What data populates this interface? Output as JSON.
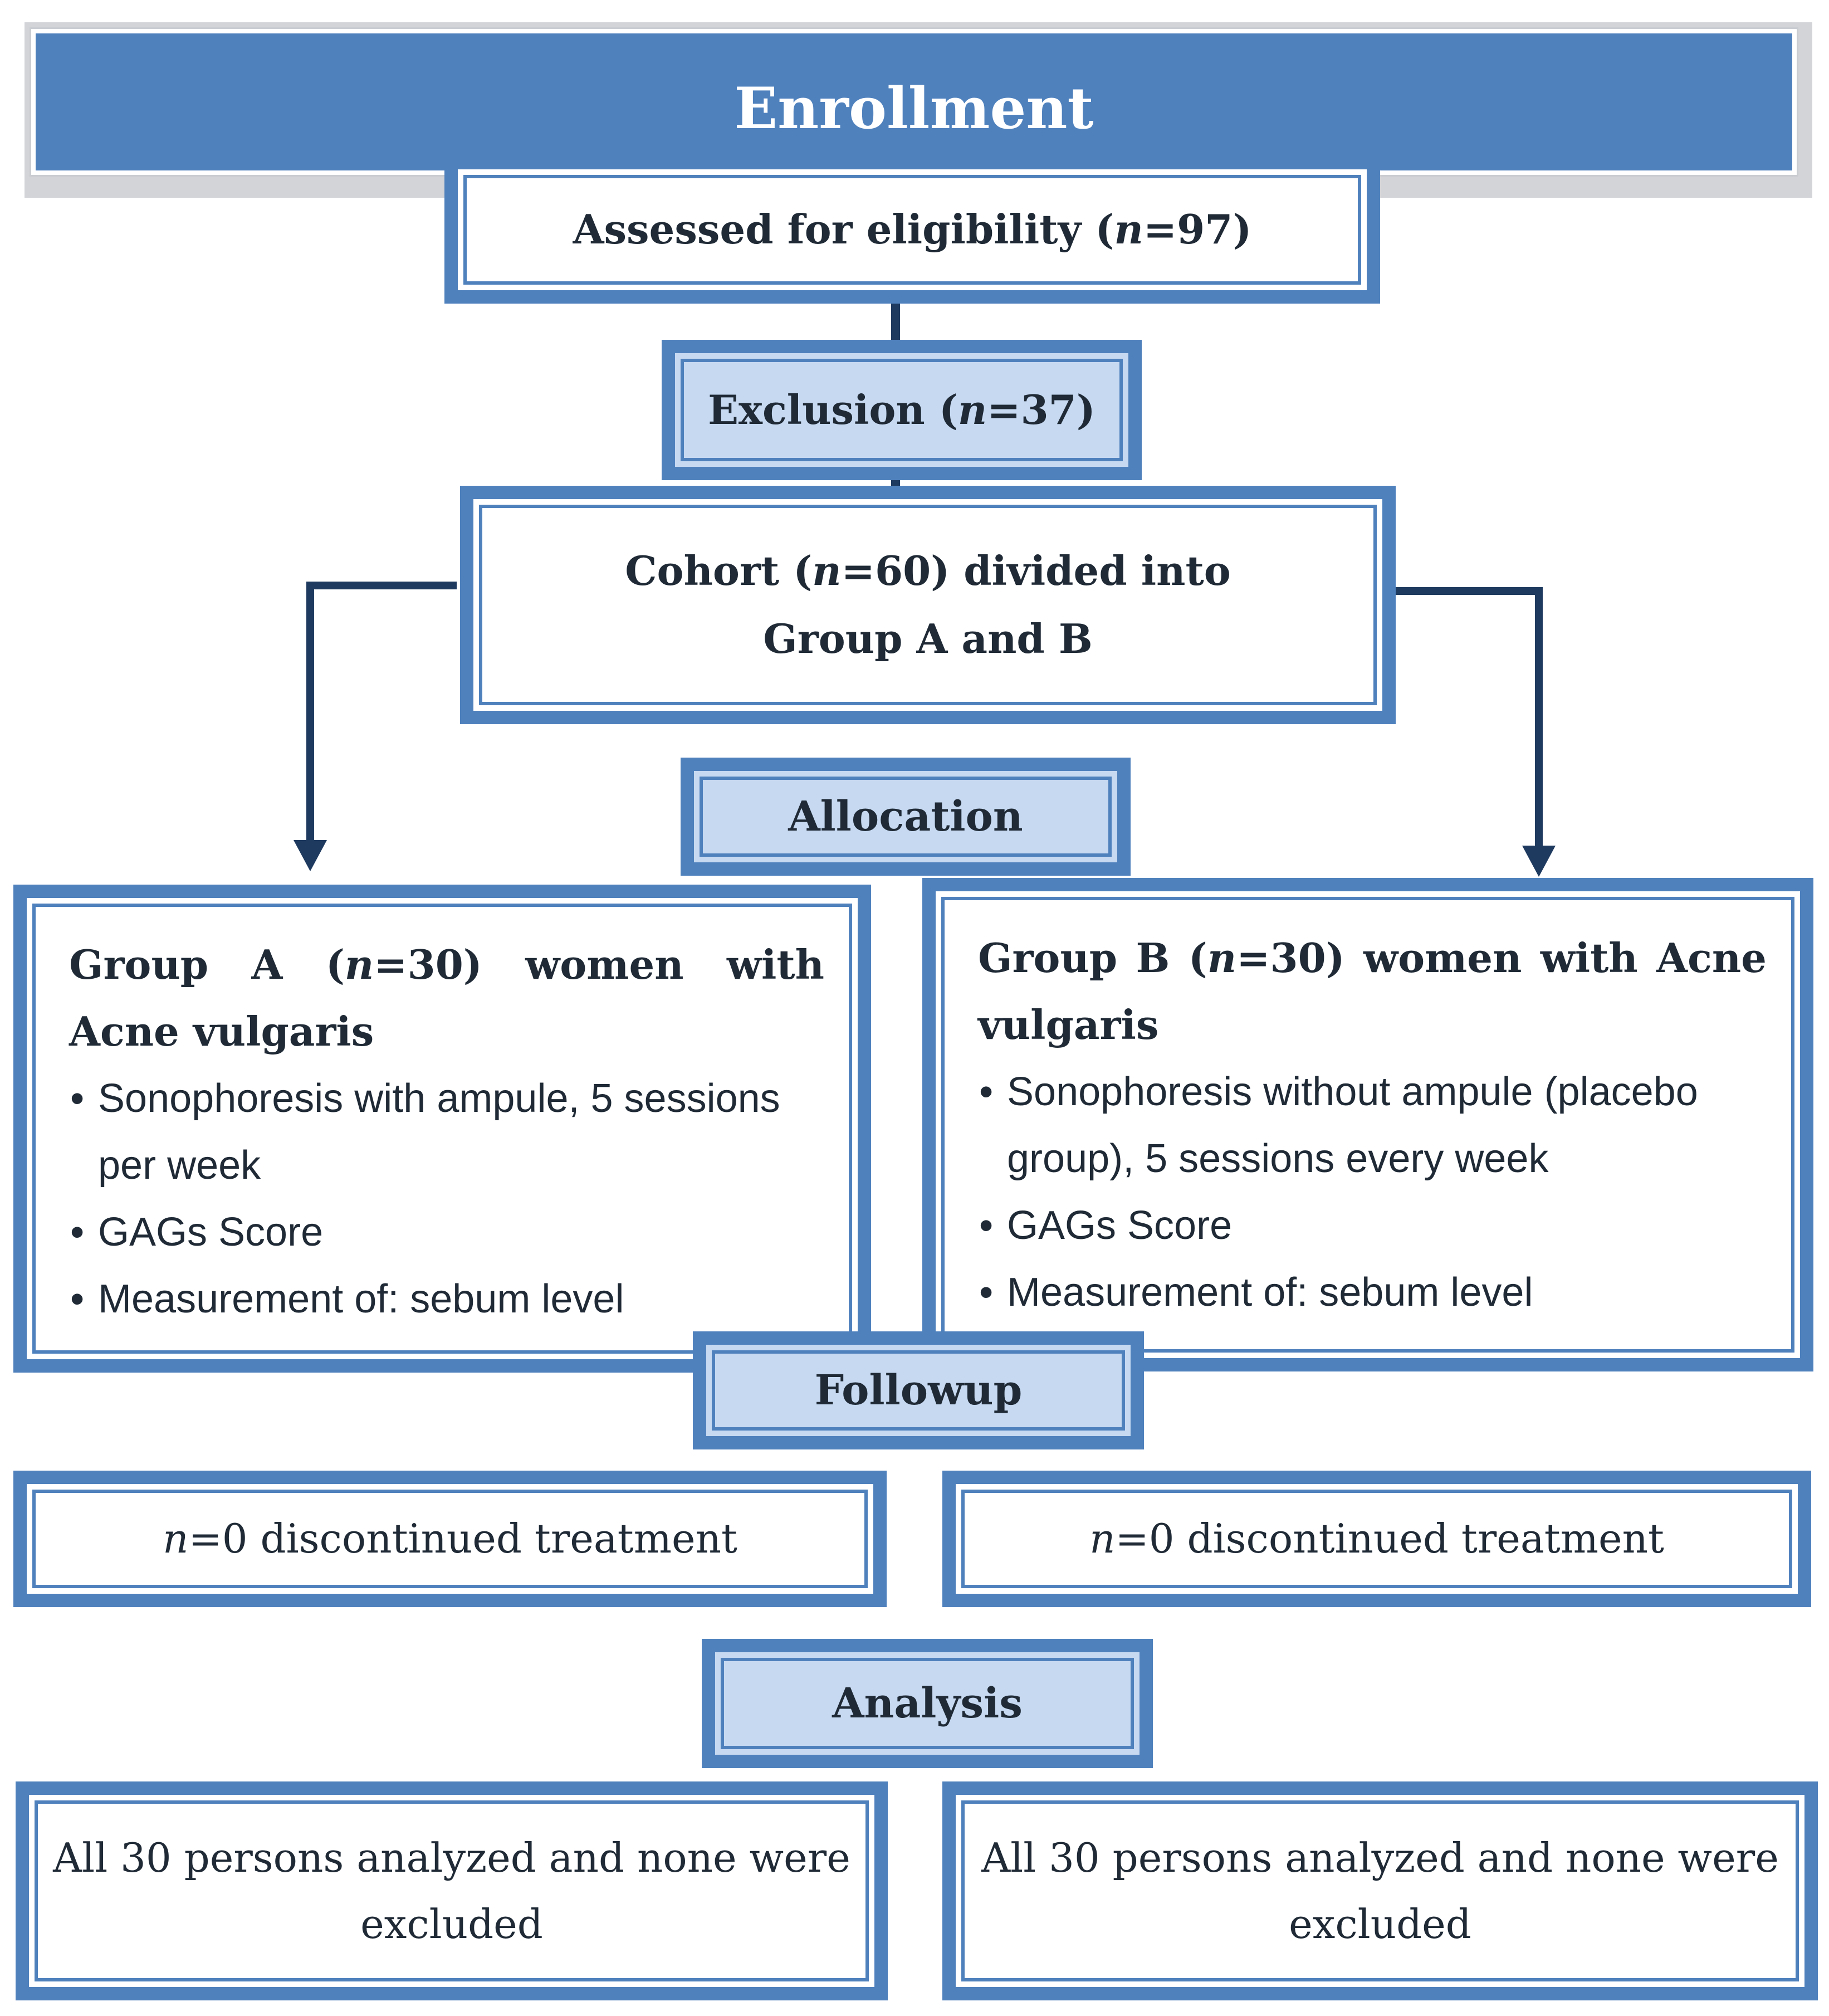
{
  "enrollment": {
    "title": "Enrollment"
  },
  "assessed": {
    "prefix": "Assessed for eligibility (",
    "n": "n",
    "suffix": "=97)"
  },
  "exclusion": {
    "prefix": "Exclusion (",
    "n": "n",
    "suffix": "=37)"
  },
  "cohort": {
    "prefix": "Cohort (",
    "n": "n",
    "suffix": "=60) divided into",
    "line2": "Group A and B"
  },
  "allocation": {
    "label": "Allocation"
  },
  "group_a": {
    "title_prefix": "Group A (",
    "n": "n",
    "title_suffix": "=30) women with Acne vulgaris",
    "bullet": "•",
    "items": [
      "Sonophoresis with ampule, 5 sessions per week",
      "GAGs Score",
      "Measurement of: sebum level"
    ]
  },
  "group_b": {
    "title_prefix": "Group B (",
    "n": "n",
    "title_suffix": "=30) women with Acne vulgaris",
    "bullet": "•",
    "items": [
      "Sonophoresis without ampule (placebo group), 5 sessions every week",
      "GAGs Score",
      "Measurement of: sebum level"
    ]
  },
  "followup": {
    "label": "Followup",
    "left": {
      "n": "n",
      "text": "=0 discontinued treatment"
    },
    "right": {
      "n": "n",
      "text": "=0 discontinued treatment"
    }
  },
  "analysis": {
    "label": "Analysis",
    "left": {
      "line1": "All 30 persons analyzed and none were",
      "line2": "excluded"
    },
    "right": {
      "line1": "All 30 persons analyzed and none were",
      "line2": "excluded"
    }
  },
  "colors": {
    "box_border": "#4f81bd",
    "banner_fill": "#4f81bd",
    "stage_fill": "#c6d9f1",
    "connector": "#1f3a5f"
  }
}
